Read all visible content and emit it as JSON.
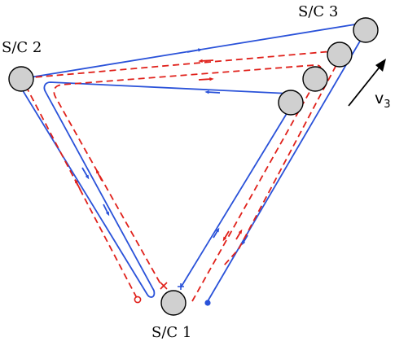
{
  "labels": {
    "sc1": "S/C 1",
    "sc2": "S/C 2",
    "sc3": "S/C 3",
    "velocity_symbol": "v",
    "velocity_subscript": "3"
  },
  "colors": {
    "blue_path": "#2a52d9",
    "red_path": "#e0201a",
    "spacecraft_fill": "#d0d0d0",
    "outline": "#000000"
  },
  "legend": []
}
